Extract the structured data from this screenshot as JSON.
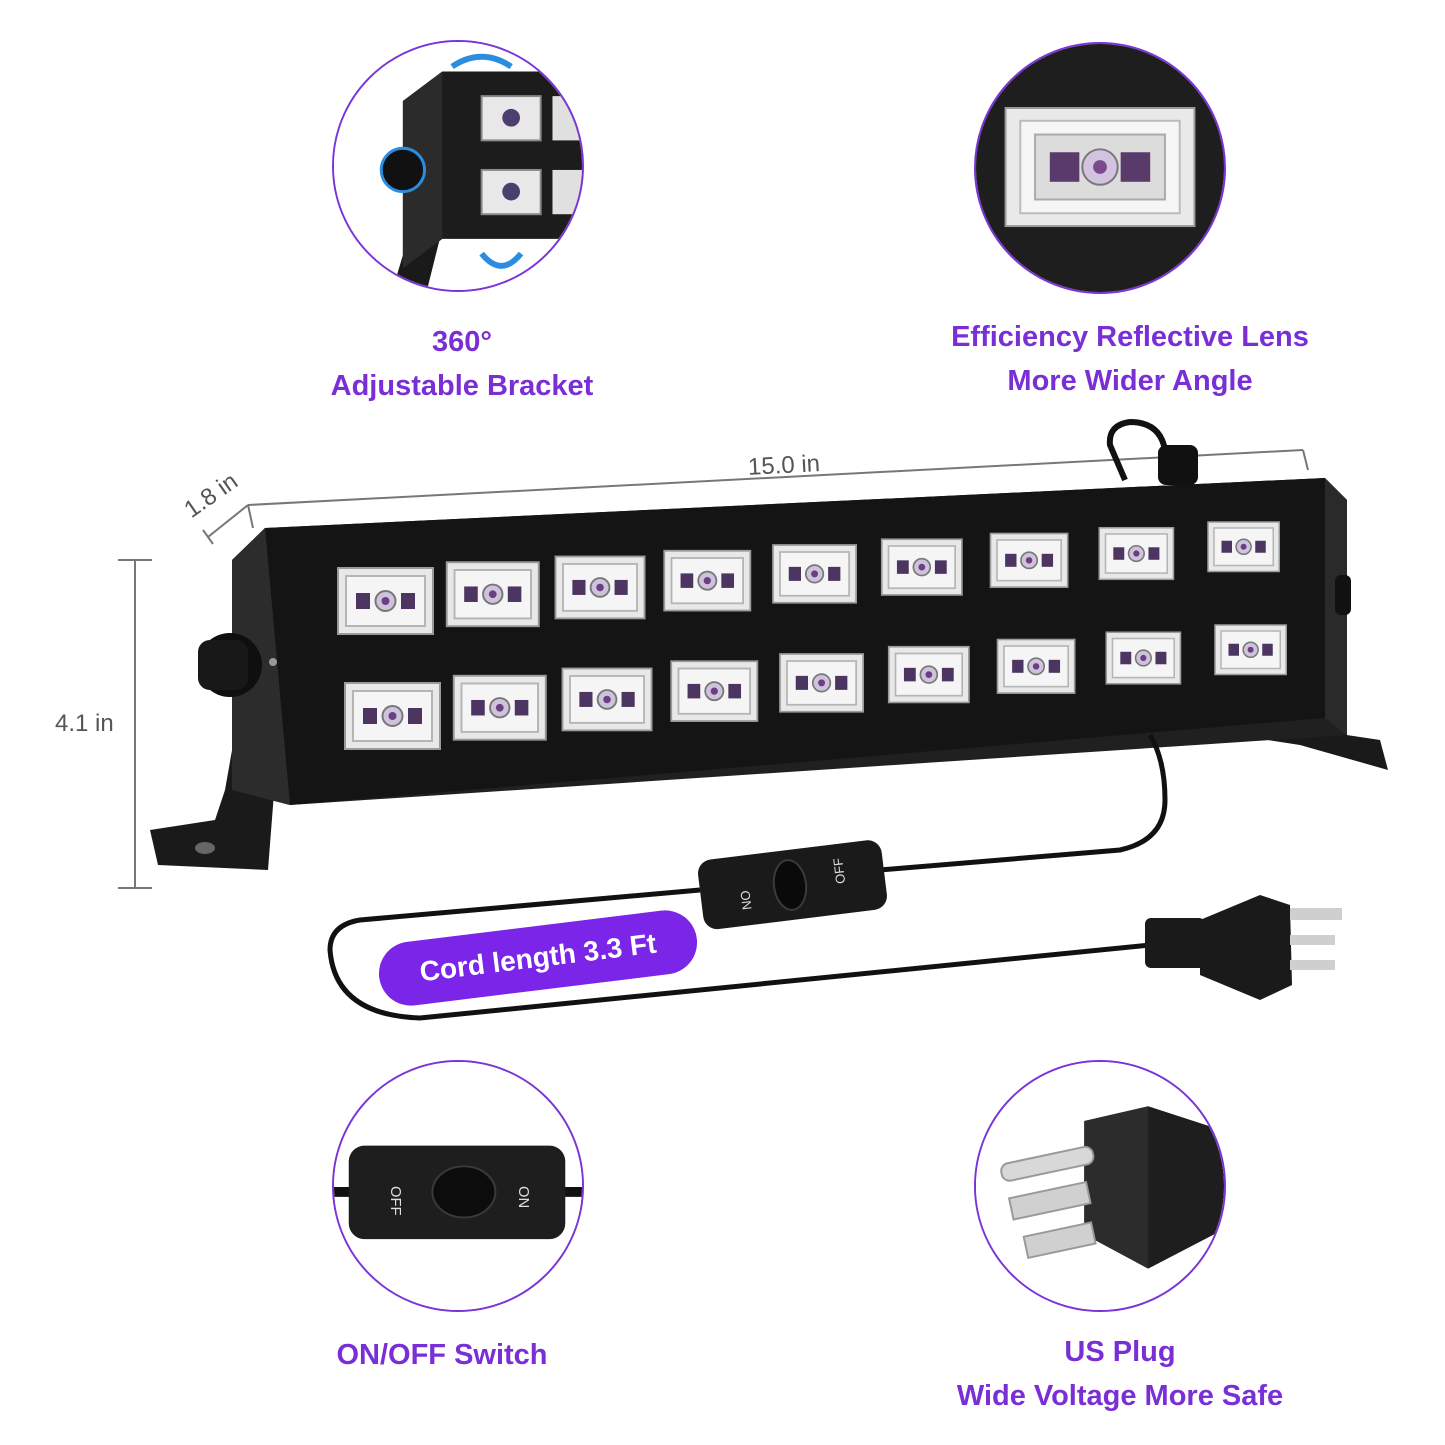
{
  "features": {
    "bracket": {
      "line1": "360°",
      "line2": "Adjustable Bracket",
      "icon": "bracket-closeup"
    },
    "lens": {
      "line1": "Efficiency Reflective Lens",
      "line2": "More Wider Angle",
      "icon": "lens-closeup"
    },
    "switch": {
      "line1": "ON/OFF Switch",
      "icon": "switch-closeup",
      "on_text": "ON",
      "off_text": "OFF"
    },
    "plug": {
      "line1": "US Plug",
      "line2": "Wide Voltage More Safe",
      "icon": "plug-closeup"
    }
  },
  "dimensions": {
    "depth": "1.8 in",
    "length": "15.0 in",
    "height": "4.1 in"
  },
  "cord": {
    "label": "Cord length 3.3 Ft"
  },
  "inline_switch": {
    "on_text": "ON",
    "off_text": "OFF"
  },
  "product": {
    "led_rows": 2,
    "leds_per_row": 9
  },
  "colors": {
    "accent": "#7a2fd6",
    "badge": "#7a25e8",
    "body": "#141414"
  }
}
